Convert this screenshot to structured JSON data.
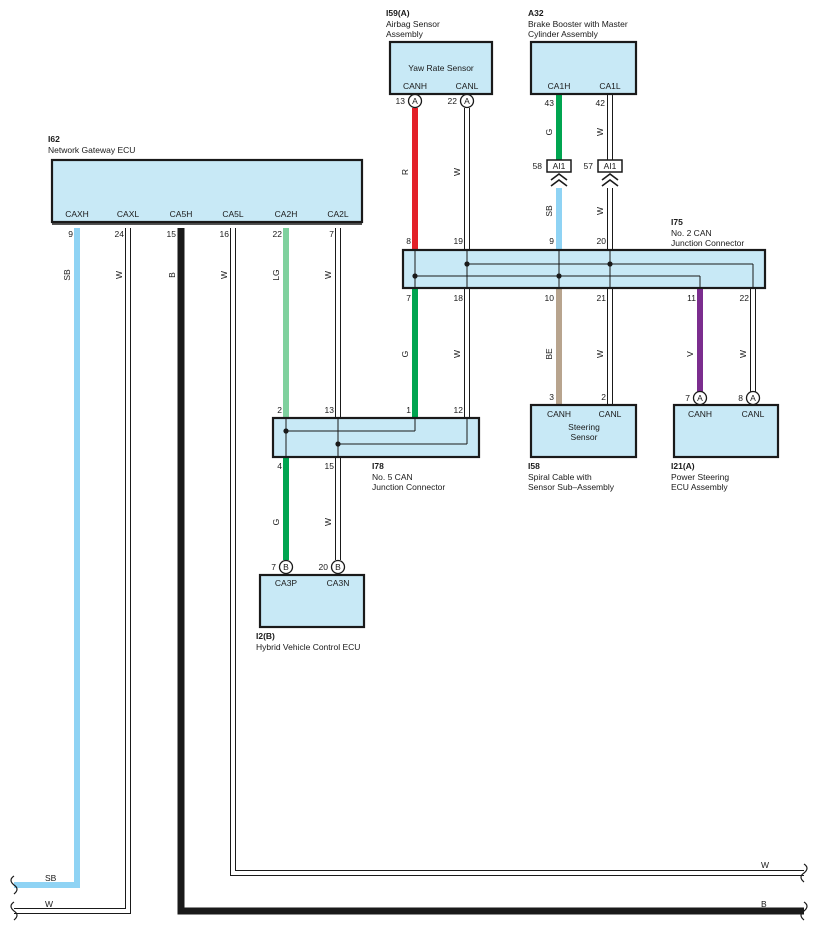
{
  "colors": {
    "SB": "#8fd3f4",
    "R": "#e32028",
    "G": "#00a550",
    "LG": "#7fd19e",
    "BE": "#b8a48e",
    "V": "#7b2d8e",
    "B": "#1a1a1a",
    "W": "#ffffff",
    "box_fill": "#c8e9f6"
  },
  "components": {
    "i62": {
      "code": "I62",
      "name": "Network Gateway ECU",
      "pins": [
        "CAXH",
        "CAXL",
        "CA5H",
        "CA5L",
        "CA2H",
        "CA2L"
      ],
      "pin_numbers": [
        "9",
        "24",
        "15",
        "16",
        "22",
        "7"
      ]
    },
    "i59": {
      "code": "I59(A)",
      "name_1": "Airbag Sensor",
      "name_2": "Assembly",
      "inner": "Yaw Rate Sensor",
      "pins": [
        "CANH",
        "CANL"
      ],
      "pin_numbers": [
        "13",
        "22"
      ],
      "connector": "A"
    },
    "a32": {
      "code": "A32",
      "name_1": "Brake Booster with Master",
      "name_2": "Cylinder Assembly",
      "pins": [
        "CA1H",
        "CA1L"
      ],
      "pin_numbers": [
        "43",
        "42"
      ]
    },
    "ai1": {
      "label": "AI1",
      "pin_numbers": [
        "58",
        "57"
      ]
    },
    "i75": {
      "code": "I75",
      "name_1": "No.  2 CAN",
      "name_2": "Junction Connector",
      "top_pins": [
        "8",
        "19",
        "9",
        "20"
      ],
      "bottom_pins": [
        "7",
        "18",
        "10",
        "21",
        "11",
        "22"
      ]
    },
    "i78": {
      "code": "I78",
      "name_1": "No.  5 CAN",
      "name_2": "Junction Connector",
      "top_pins": [
        "2",
        "13",
        "1",
        "12"
      ],
      "bottom_pins": [
        "4",
        "15"
      ]
    },
    "i58": {
      "code": "I58",
      "name_1": "Spiral Cable with",
      "name_2": "Sensor Sub–Assembly",
      "inner_1": "Steering",
      "inner_2": "Sensor",
      "pins": [
        "CANH",
        "CANL"
      ],
      "pin_numbers": [
        "3",
        "2"
      ]
    },
    "i21": {
      "code": "I21(A)",
      "name_1": "Power Steering",
      "name_2": "ECU Assembly",
      "pins": [
        "CANH",
        "CANL"
      ],
      "pin_numbers": [
        "7",
        "8"
      ],
      "connector": "A"
    },
    "i2": {
      "code": "I2(B)",
      "name": "Hybrid Vehicle Control ECU",
      "pins": [
        "CA3P",
        "CA3N"
      ],
      "pin_numbers": [
        "7",
        "20"
      ],
      "connector": "B"
    }
  },
  "wires": {
    "i62_sb": "SB",
    "i62_w24": "W",
    "i62_b": "B",
    "i62_w16": "W",
    "i62_lg": "LG",
    "i62_w7": "W",
    "i59_r": "R",
    "i59_w": "W",
    "a32_g": "G",
    "a32_w": "W",
    "ai1_sb": "SB",
    "ai1_w": "W",
    "i75_g": "G",
    "i75_w18": "W",
    "i75_be": "BE",
    "i75_w21": "W",
    "i75_v": "V",
    "i75_w22": "W",
    "i78_g": "G",
    "i78_w": "W",
    "edge_sb": "SB",
    "edge_w_bottom": "W",
    "edge_w_right": "W",
    "edge_b": "B"
  }
}
